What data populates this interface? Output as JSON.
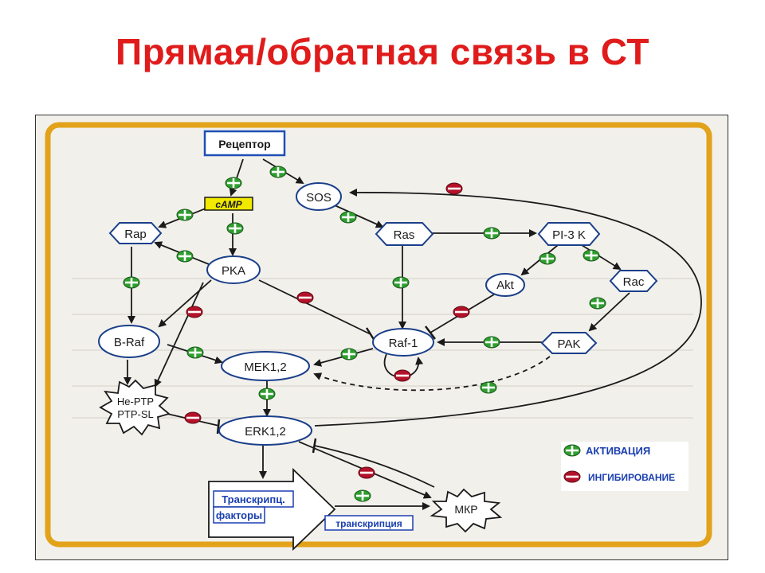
{
  "title": "Прямая/обратная связь в СТ",
  "nodes": {
    "receptor": "Рецептор",
    "camp": "cAMP",
    "sos": "SOS",
    "rap": "Rap",
    "ras": "Ras",
    "pi3k": "PI-3 K",
    "pka": "PKA",
    "akt": "Akt",
    "rac": "Rac",
    "braf": "B-Raf",
    "raf1": "Raf-1",
    "pak": "PAK",
    "mek": "MEK1,2",
    "heptp_1": "He-PTP",
    "heptp_2": "PTP-SL",
    "erk": "ERK1,2",
    "tf_1": "Транскрипц.",
    "tf_2": "факторы",
    "mkp": "МКР",
    "transcription": "транскрипция"
  },
  "legend": {
    "activation": "АКТИВАЦИЯ",
    "inhibition": "ИНГИБИРОВАНИЕ"
  },
  "colors": {
    "title": "#e01b1b",
    "activation": "#2e9e2e",
    "inhibition": "#b3122a",
    "frame": "#e2a21a",
    "node_stroke": "#1a3f8a",
    "receptor_stroke": "#1f4fb5",
    "camp_fill": "#f1e900",
    "legend_text": "#1a3fb0"
  }
}
